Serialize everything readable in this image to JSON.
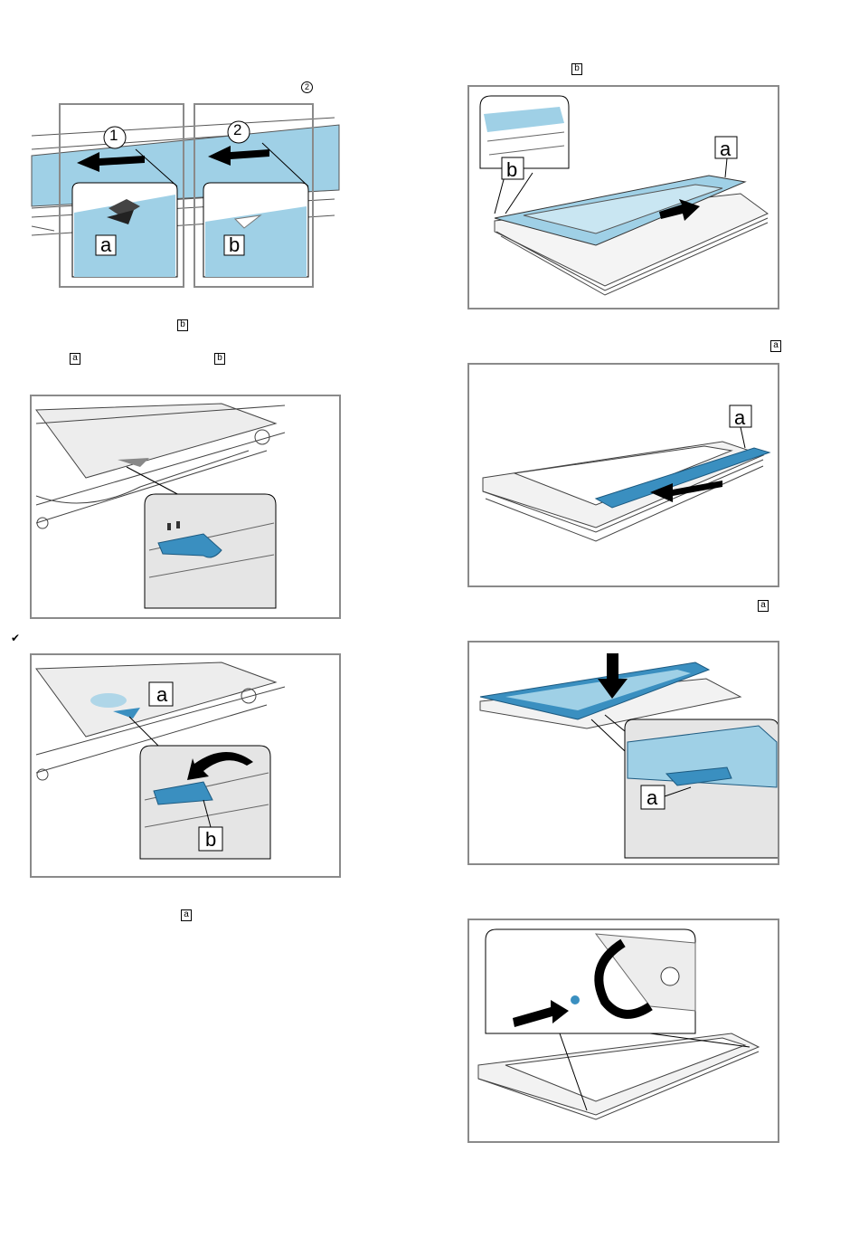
{
  "labels": {
    "a": "a",
    "b": "b",
    "step1": "1",
    "step2": "2",
    "circle2": "2",
    "check": "✔"
  },
  "colors": {
    "glass_blue": "#9fd0e6",
    "part_blue": "#3a8fc0",
    "frame_gray": "#8a8a8a",
    "line": "#222222"
  },
  "figures": [
    {
      "id": "fig-slide-glass-1-2"
    },
    {
      "id": "fig-insert-glass-b"
    },
    {
      "id": "fig-clip-holder"
    },
    {
      "id": "fig-attach-strip-a"
    },
    {
      "id": "fig-fold-clip-b"
    },
    {
      "id": "fig-press-strip-a"
    },
    {
      "id": "fig-screw-tighten"
    }
  ]
}
